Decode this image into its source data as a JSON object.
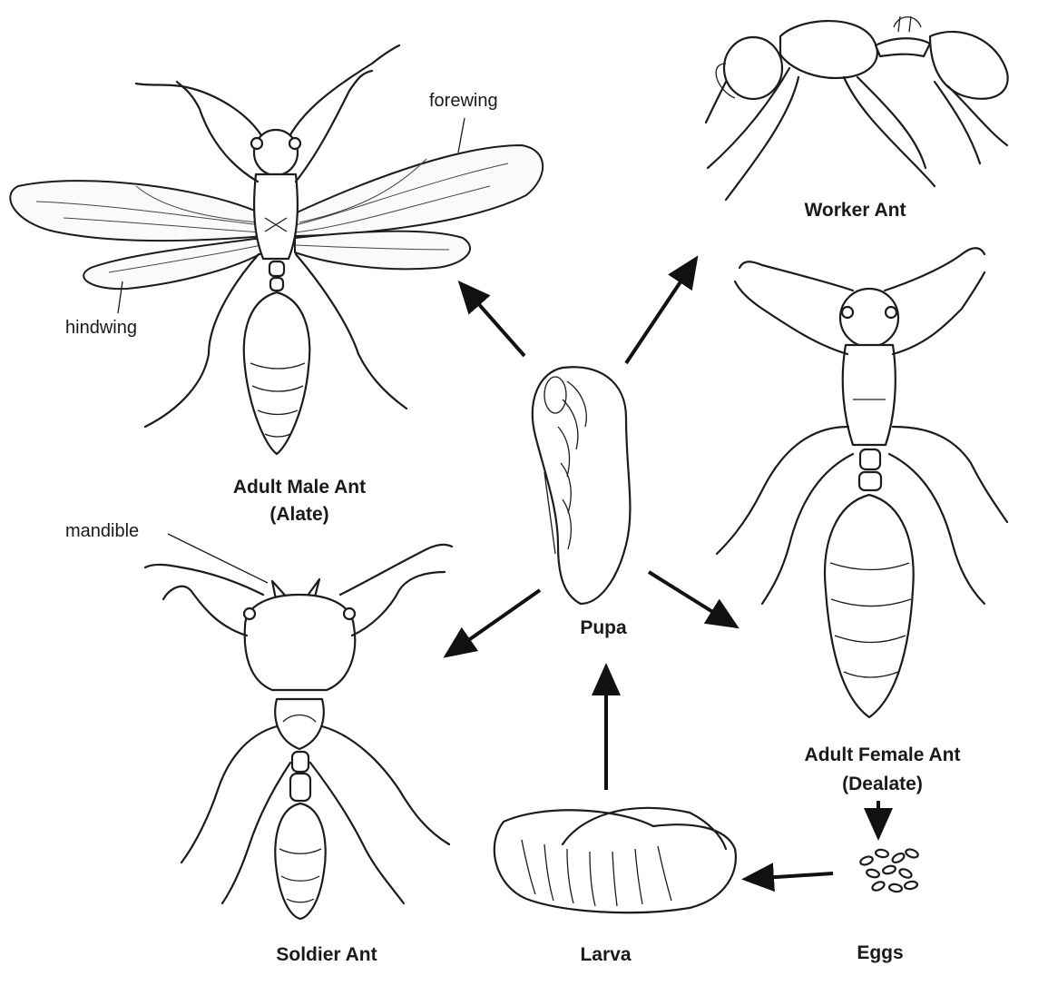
{
  "labels": {
    "forewing": "forewing",
    "hindwing": "hindwing",
    "mandible": "mandible",
    "worker_ant": "Worker Ant",
    "adult_male_line1": "Adult Male Ant",
    "adult_male_line2": "(Alate)",
    "pupa": "Pupa",
    "adult_female_line1": "Adult Female Ant",
    "adult_female_line2": "(Dealate)",
    "soldier_ant": "Soldier Ant",
    "larva": "Larva",
    "eggs": "Eggs"
  }
}
